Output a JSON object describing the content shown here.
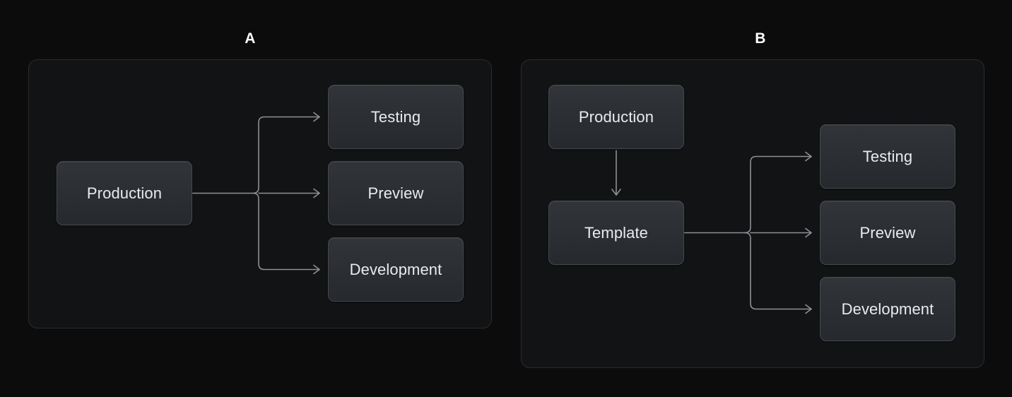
{
  "page": {
    "background_color": "#0c0c0d",
    "panel_background_color": "#121314",
    "panel_border_color": "#2a2c2f",
    "node_border_color": "#45484d",
    "node_text_color": "#e9ebee",
    "connector_color": "#8d9096"
  },
  "panels": [
    {
      "id": "A",
      "label": "A",
      "nodes": {
        "source": "Production",
        "targets": [
          "Testing",
          "Preview",
          "Development"
        ]
      },
      "edges": [
        {
          "from": "Production",
          "to": "Testing",
          "style": "elbow-arrow"
        },
        {
          "from": "Production",
          "to": "Preview",
          "style": "straight-arrow"
        },
        {
          "from": "Production",
          "to": "Development",
          "style": "elbow-arrow"
        }
      ]
    },
    {
      "id": "B",
      "label": "B",
      "nodes": {
        "source": "Production",
        "intermediate": "Template",
        "targets": [
          "Testing",
          "Preview",
          "Development"
        ]
      },
      "edges": [
        {
          "from": "Production",
          "to": "Template",
          "style": "vertical-arrow"
        },
        {
          "from": "Template",
          "to": "Testing",
          "style": "elbow-arrow"
        },
        {
          "from": "Template",
          "to": "Preview",
          "style": "straight-arrow"
        },
        {
          "from": "Template",
          "to": "Development",
          "style": "elbow-arrow"
        }
      ]
    }
  ],
  "labels": {
    "panel_a": "A",
    "panel_b": "B",
    "production": "Production",
    "template": "Template",
    "testing": "Testing",
    "preview": "Preview",
    "development": "Development"
  }
}
